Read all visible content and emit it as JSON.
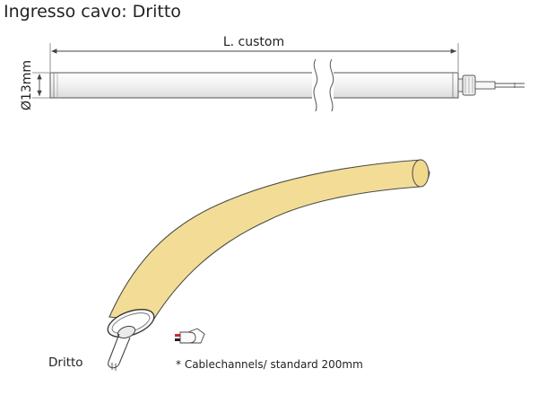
{
  "title": "Ingresso cavo: Dritto",
  "dimension_length": "L. custom",
  "dimension_diameter": "Ø13mm",
  "caption_left": "Dritto",
  "caption_right": "* Cablechannels/ standard 200mm",
  "colors": {
    "neon_fill": "#f3dd96",
    "neon_edge": "#d9b96a",
    "tube_fill": "#f4f4f4",
    "line": "#555555"
  }
}
